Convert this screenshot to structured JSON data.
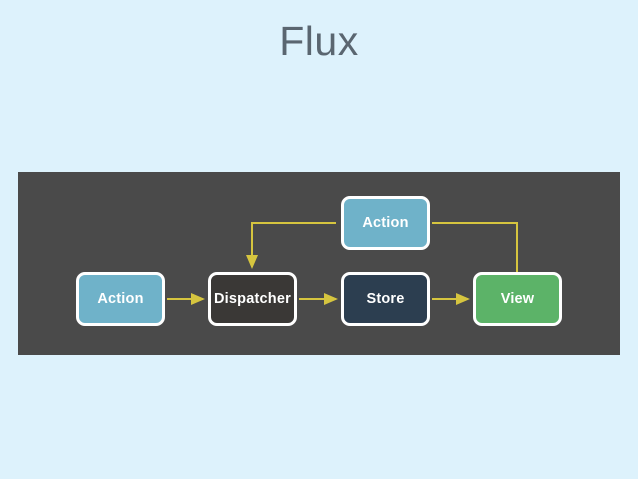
{
  "slide": {
    "title": "Flux",
    "background_color": "#ddf2fc",
    "title_color": "#5a6670"
  },
  "diagram": {
    "panel_color": "#4a4a4a",
    "connector_color": "#d6c53f",
    "node_border_color": "#ffffff",
    "nodes": [
      {
        "id": "action-left",
        "label": "Action",
        "color": "#6fb2c9"
      },
      {
        "id": "dispatcher",
        "label": "Dispatcher",
        "color": "#3a3836"
      },
      {
        "id": "store",
        "label": "Store",
        "color": "#2c3e50"
      },
      {
        "id": "view",
        "label": "View",
        "color": "#5cb368"
      },
      {
        "id": "action-top",
        "label": "Action",
        "color": "#6fb2c9"
      }
    ],
    "connectors": [
      {
        "from": "action-left",
        "to": "dispatcher",
        "arrowhead": true,
        "route": "straight"
      },
      {
        "from": "dispatcher",
        "to": "store",
        "arrowhead": true,
        "route": "straight"
      },
      {
        "from": "store",
        "to": "view",
        "arrowhead": true,
        "route": "straight"
      },
      {
        "from": "view",
        "to": "action-top",
        "arrowhead": false,
        "route": "up-then-left"
      },
      {
        "from": "action-top",
        "to": "dispatcher",
        "arrowhead": true,
        "route": "left-then-down"
      }
    ]
  }
}
